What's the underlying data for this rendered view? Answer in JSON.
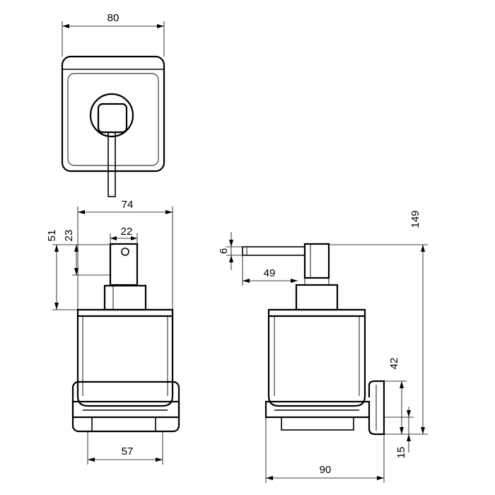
{
  "dimensions": {
    "top_width": "80",
    "front_width": "74",
    "front_total_height": "51",
    "front_pump_height": "23",
    "front_pump_width": "22",
    "front_base_width": "57",
    "side_nozzle_height": "6",
    "side_nozzle_length": "49",
    "side_total_height": "149",
    "side_bracket_height": "42",
    "side_bracket_offset": "15",
    "side_depth": "90"
  }
}
